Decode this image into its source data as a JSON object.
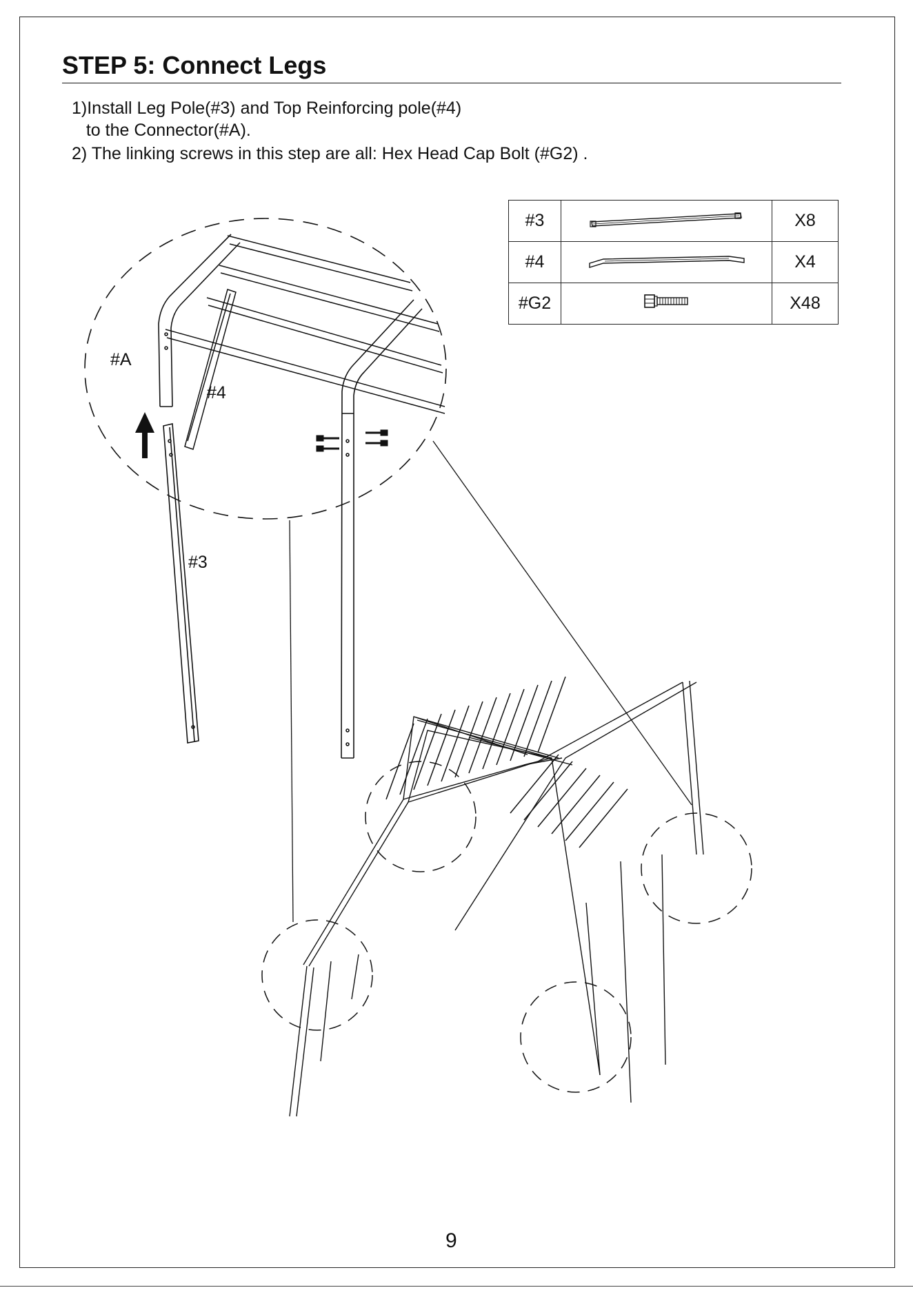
{
  "step": {
    "title": "STEP 5:  Connect Legs",
    "instructions": [
      "1)Install Leg Pole(#3) and Top Reinforcing pole(#4)",
      "   to the Connector(#A).",
      "2) The linking screws in this step are all: Hex Head Cap Bolt (#G2) ."
    ]
  },
  "parts": [
    {
      "code": "#3",
      "icon": "leg-pole-icon",
      "qty": "X8"
    },
    {
      "code": "#4",
      "icon": "reinforcing-pole-icon",
      "qty": "X4"
    },
    {
      "code": "#G2",
      "icon": "hex-bolt-icon",
      "qty": "X48"
    }
  ],
  "labels": {
    "connector": "#A",
    "reinforcing_pole": "#4",
    "leg_pole": "#3"
  },
  "page_number": "9"
}
